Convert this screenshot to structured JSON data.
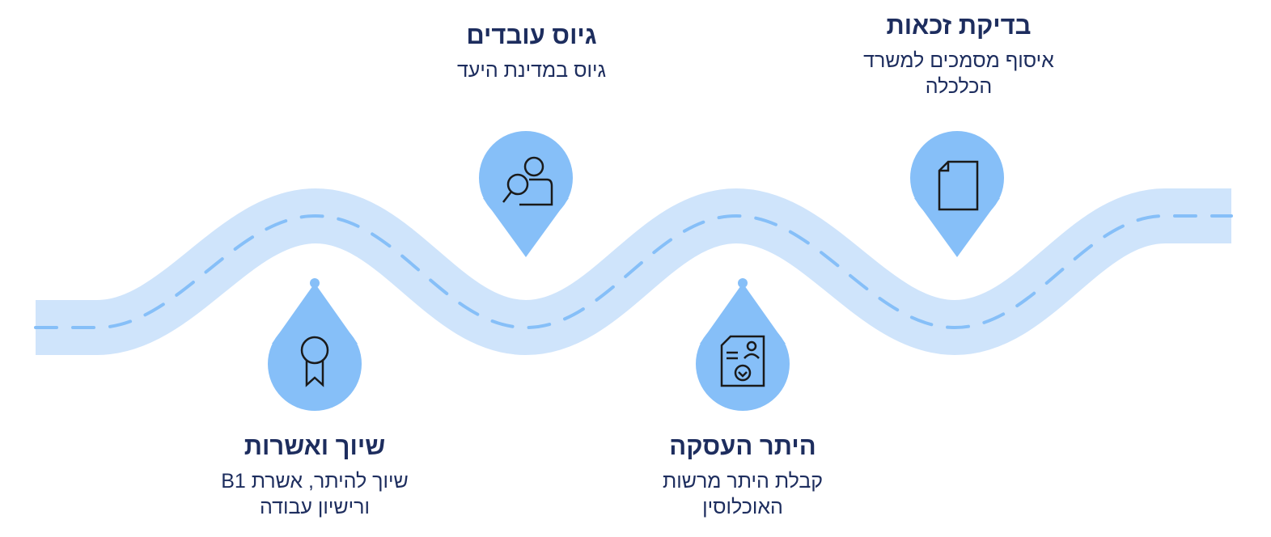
{
  "colors": {
    "road": "#cfe4fb",
    "dash": "#86bff8",
    "pin": "#86bff8",
    "text": "#1d2d5e",
    "icon": "#1a1a1a"
  },
  "steps": [
    {
      "title": "שיוך ואשרות",
      "lines": [
        "שיוך להיתר, אשרת B1",
        "ורישיון עבודה"
      ],
      "icon": "award-ribbon-icon"
    },
    {
      "title": "גיוס עובדים",
      "lines": [
        "גיוס במדינת היעד"
      ],
      "icon": "user-search-icon"
    },
    {
      "title": "היתר העסקה",
      "lines": [
        "קבלת היתר מרשות",
        "האוכלוסין"
      ],
      "icon": "certificate-document-icon"
    },
    {
      "title": "בדיקת זכאות",
      "lines": [
        "איסוף מסמכים למשרד",
        "הכלכלה"
      ],
      "icon": "document-icon"
    }
  ]
}
